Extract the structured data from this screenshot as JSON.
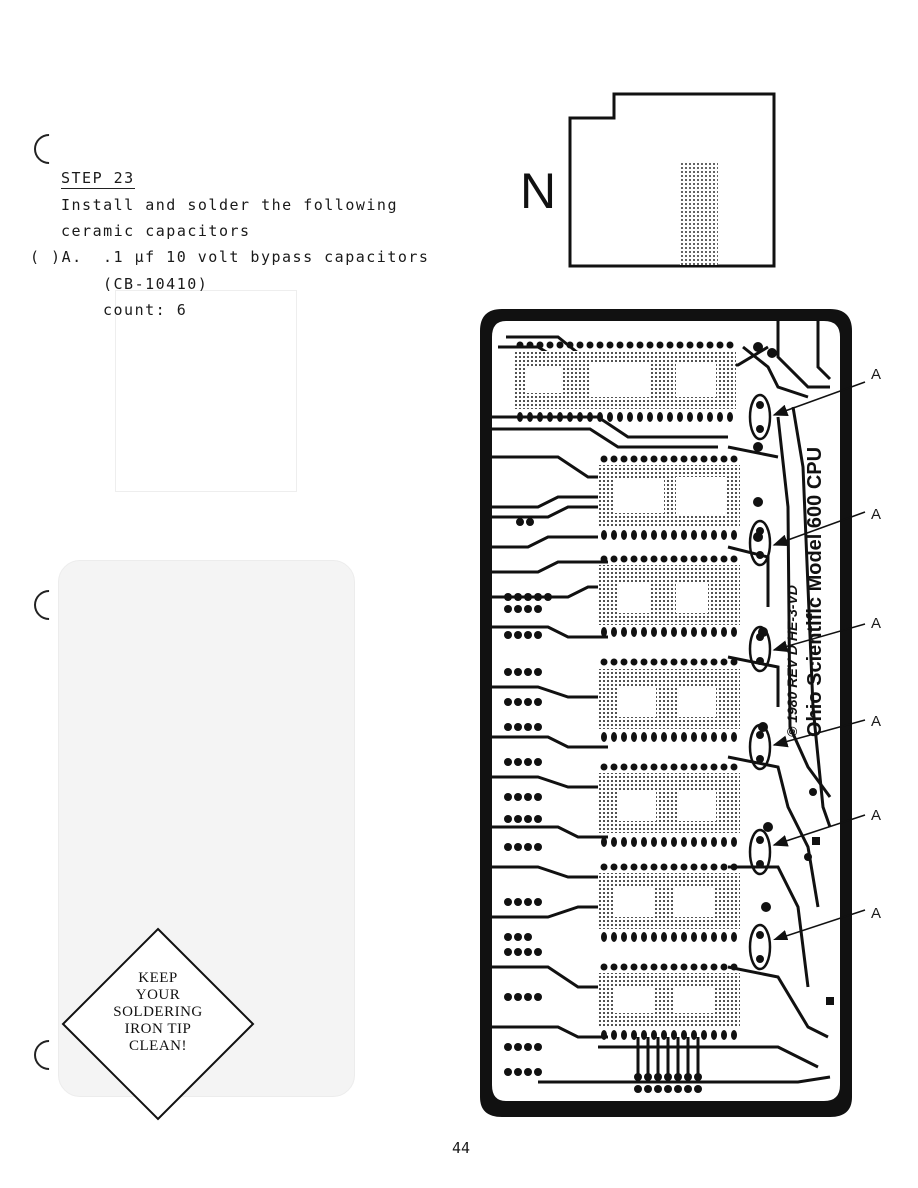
{
  "step": {
    "title": "STEP 23",
    "line1": "Install and solder the following",
    "line2": "ceramic capacitors",
    "item_prefix": "( )A.",
    "item_text": ".1 µf 10 volt bypass capacitors",
    "part_number": "(CB-10410)",
    "count": "count: 6"
  },
  "orientation_label": "N",
  "board": {
    "maker": "Ohio Scientific Model 600 CPU",
    "copyright": "© 1980 REV D HE-3-VD"
  },
  "callout_labels": [
    "A",
    "A",
    "A",
    "A",
    "A",
    "A"
  ],
  "warning_sign": {
    "line1": "KEEP",
    "line2": "YOUR",
    "line3": "SOLDERING",
    "line4": "IRON TIP",
    "line5": "CLEAN!"
  },
  "page_number": "44"
}
